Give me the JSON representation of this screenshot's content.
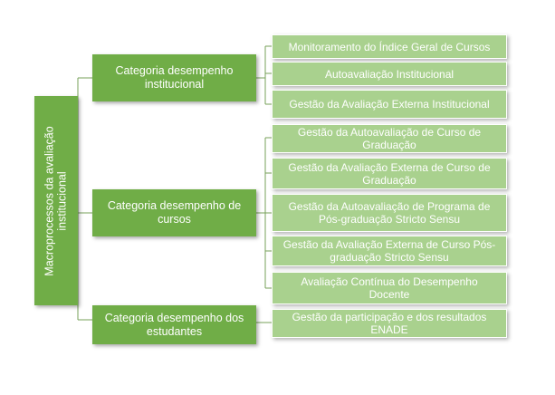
{
  "root": {
    "label_line1": "Macroprocessos da avaliação",
    "label_line2": "institucional"
  },
  "categories": [
    {
      "label_line1": "Categoria desempenho",
      "label_line2": "institucional",
      "children": [
        {
          "line1": "Monitoramento do Índice Geral de Cursos",
          "line2": ""
        },
        {
          "line1": "Autoavaliação Institucional",
          "line2": ""
        },
        {
          "line1": "Gestão da Avaliação Externa Institucional",
          "line2": ""
        }
      ]
    },
    {
      "label_line1": "Categoria desempenho de",
      "label_line2": "cursos",
      "children": [
        {
          "line1": "Gestão da Autoavaliação de Curso de",
          "line2": "Graduação"
        },
        {
          "line1": "Gestão da Avaliação Externa de Curso de",
          "line2": "Graduação"
        },
        {
          "line1": "Gestão da Autoavaliação de Programa de",
          "line2": "Pós-graduação Stricto Sensu"
        },
        {
          "line1": "Gestão da Avaliação Externa de Curso Pós-",
          "line2": "graduação Stricto Sensu"
        },
        {
          "line1": "Avaliação Contínua do Desempenho",
          "line2": "Docente"
        }
      ]
    },
    {
      "label_line1": "Categoria desempenho dos",
      "label_line2": "estudantes",
      "children": [
        {
          "line1": "Gestão da participação e dos resultados",
          "line2": "ENADE"
        }
      ]
    }
  ],
  "colors": {
    "root": "#70ad47",
    "category": "#70ad47",
    "leaf": "#a9d18e",
    "connector": "#77a05a"
  }
}
